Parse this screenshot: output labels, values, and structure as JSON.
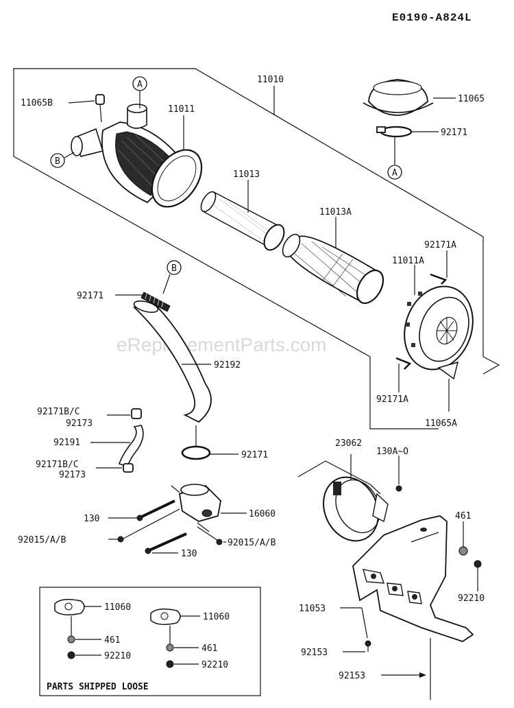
{
  "reference_code": "E0190-A824L",
  "watermark": "eReplacementParts.com",
  "callouts": {
    "A": "A",
    "B": "B"
  },
  "labels": {
    "p11010": "11010",
    "p11011": "11011",
    "p11065B": "11065B",
    "p11065": "11065",
    "p92171_top": "92171",
    "p11013": "11013",
    "p11013A": "11013A",
    "p92171A_top": "92171A",
    "p11011A": "11011A",
    "p92171A_bottom": "92171A",
    "p11065A": "11065A",
    "p92171_hose": "92171",
    "p92192": "92192",
    "p92171BC_1": "92171B/C",
    "p92173_1": "92173",
    "p92191": "92191",
    "p92171BC_2": "92171B/C",
    "p92173_2": "92173",
    "p92171_clamp": "92171",
    "p130_1": "130",
    "p16060": "16060",
    "p92015_1": "92015/A/B",
    "p92015_2": "92015/A/B",
    "p130_2": "130",
    "p23062": "23062",
    "p130AO": "130A~O",
    "p461_right": "461",
    "p92210_right": "92210",
    "p11053": "11053",
    "p92153_1": "92153",
    "p92153_2": "92153",
    "loose_11060_a": "11060",
    "loose_461_a": "461",
    "loose_92210_a": "92210",
    "loose_11060_b": "11060",
    "loose_461_b": "461",
    "loose_92210_b": "92210"
  },
  "loose_parts_note": "PARTS SHIPPED LOOSE"
}
